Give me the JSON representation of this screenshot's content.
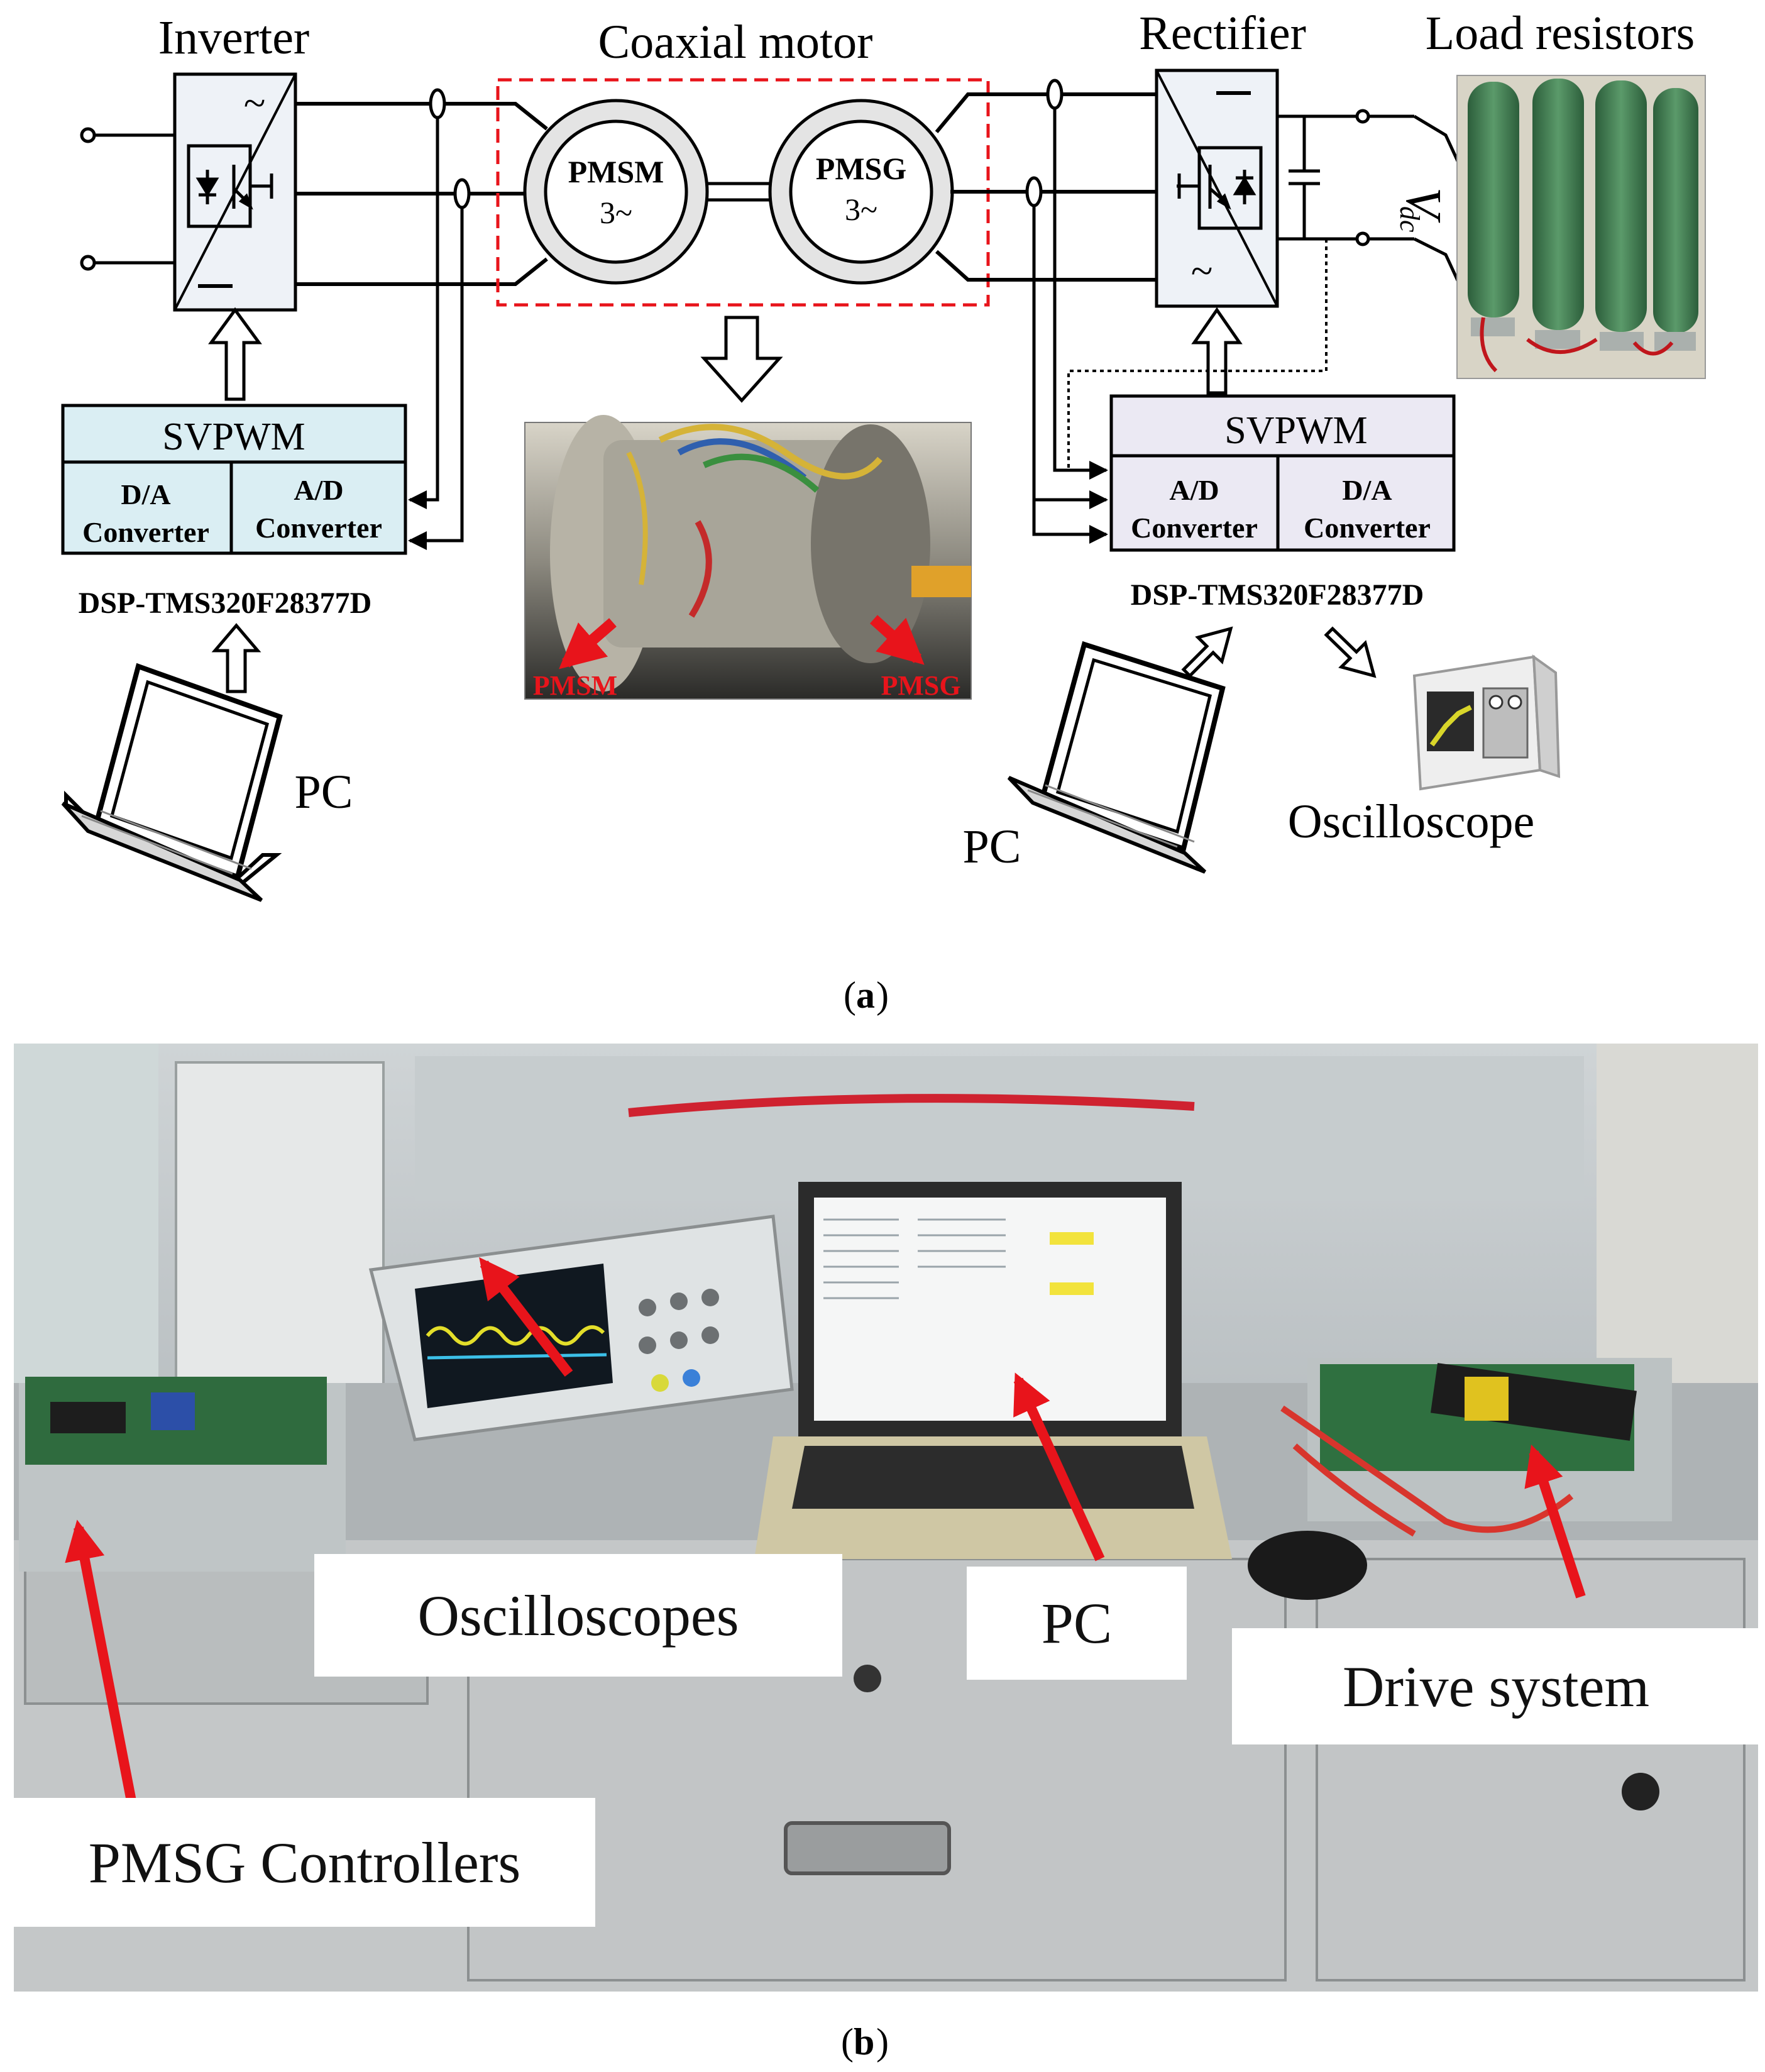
{
  "diagram": {
    "inverter": "Inverter",
    "coaxial_motor": "Coaxial motor",
    "rectifier": "Rectifier",
    "load_resistors": "Load resistors",
    "pmsm": "PMSM",
    "pmsg": "PMSG",
    "phase": "3~",
    "tilde": "~",
    "vdc_v": "V",
    "vdc_sub": "dc",
    "left_controller": {
      "svpwm": "SVPWM",
      "da": "D/A",
      "ad": "A/D",
      "converter": "Converter",
      "dsp": "DSP-TMS320F28377D",
      "pc": "PC"
    },
    "right_controller": {
      "svpwm": "SVPWM",
      "ad": "A/D",
      "da": "D/A",
      "converter": "Converter",
      "dsp": "DSP-TMS320F28377D",
      "pc": "PC"
    },
    "oscilloscope": "Oscilloscope",
    "photo_pmsm": "PMSM",
    "photo_pmsg": "PMSG"
  },
  "photo": {
    "oscilloscopes": "Oscilloscopes",
    "pc": "PC",
    "drive_system": "Drive system",
    "pmsg_controllers": "PMSG Controllers"
  },
  "captions": {
    "a": "a",
    "b": "b"
  },
  "colors": {
    "inverter_box": "#eef2f7",
    "left_controller": "#daeef3",
    "right_controller": "#ebe9f3",
    "dashed_box": "#e8141b",
    "arrow_red": "#e8141b",
    "resistor_green": "#3f7a4d"
  }
}
